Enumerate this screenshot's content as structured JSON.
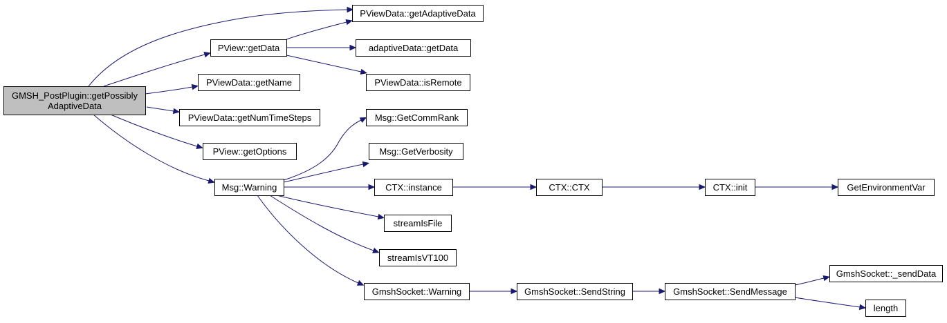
{
  "nodes": {
    "root": [
      "GMSH_PostPlugin::getPossibly",
      "AdaptiveData"
    ],
    "getAdaptiveData": [
      "PViewData::getAdaptiveData"
    ],
    "pviewGetData": [
      "PView::getData"
    ],
    "adaptiveGetData": [
      "adaptiveData::getData"
    ],
    "isRemote": [
      "PViewData::isRemote"
    ],
    "getName": [
      "PViewData::getName"
    ],
    "getNumTimeSteps": [
      "PViewData::getNumTimeSteps"
    ],
    "getOptions": [
      "PView::getOptions"
    ],
    "msgWarning": [
      "Msg::Warning"
    ],
    "getCommRank": [
      "Msg::GetCommRank"
    ],
    "getVerbosity": [
      "Msg::GetVerbosity"
    ],
    "ctxInstance": [
      "CTX::instance"
    ],
    "ctxCtx": [
      "CTX::CTX"
    ],
    "ctxInit": [
      "CTX::init"
    ],
    "getEnvVar": [
      "GetEnvironmentVar"
    ],
    "streamIsFile": [
      "streamIsFile"
    ],
    "streamIsVT100": [
      "streamIsVT100"
    ],
    "gmshSocketWarning": [
      "GmshSocket::Warning"
    ],
    "sendString": [
      "GmshSocket::SendString"
    ],
    "sendMessage": [
      "GmshSocket::SendMessage"
    ],
    "sendData": [
      "GmshSocket::_sendData"
    ],
    "length": [
      "length"
    ]
  },
  "edges": [
    [
      "root",
      "getAdaptiveData"
    ],
    [
      "root",
      "pviewGetData"
    ],
    [
      "root",
      "getName"
    ],
    [
      "root",
      "getNumTimeSteps"
    ],
    [
      "root",
      "getOptions"
    ],
    [
      "root",
      "msgWarning"
    ],
    [
      "pviewGetData",
      "getAdaptiveData"
    ],
    [
      "pviewGetData",
      "adaptiveGetData"
    ],
    [
      "pviewGetData",
      "isRemote"
    ],
    [
      "msgWarning",
      "getCommRank"
    ],
    [
      "msgWarning",
      "getVerbosity"
    ],
    [
      "msgWarning",
      "ctxInstance"
    ],
    [
      "msgWarning",
      "streamIsFile"
    ],
    [
      "msgWarning",
      "streamIsVT100"
    ],
    [
      "msgWarning",
      "gmshSocketWarning"
    ],
    [
      "ctxInstance",
      "ctxCtx"
    ],
    [
      "ctxCtx",
      "ctxInit"
    ],
    [
      "ctxInit",
      "getEnvVar"
    ],
    [
      "gmshSocketWarning",
      "sendString"
    ],
    [
      "sendString",
      "sendMessage"
    ],
    [
      "sendMessage",
      "sendData"
    ],
    [
      "sendMessage",
      "length"
    ]
  ],
  "colors": {
    "edge": "#191970",
    "root_fill": "#bfbfbf",
    "node_fill": "#ffffff",
    "node_border": "#000000"
  }
}
